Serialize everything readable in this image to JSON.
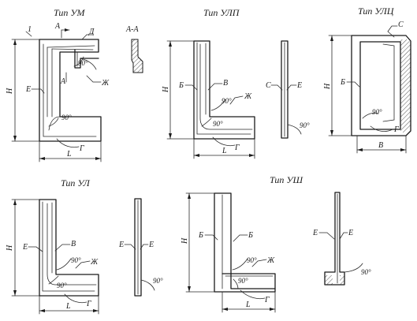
{
  "titles": {
    "um": "Тип УМ",
    "ulp": "Тип УЛП",
    "ulc": "Тип УЛЦ",
    "ul": "Тип УЛ",
    "ush": "Тип УШ"
  },
  "section_label": "А-А",
  "labels": {
    "h": "Н",
    "l": "L",
    "b": "В",
    "a": "А",
    "e": "Е",
    "v": "В",
    "g": "Г",
    "zh": "Ж",
    "b_letter": "Б",
    "s": "С",
    "d": "Д",
    "one": "1"
  },
  "angle": "90°"
}
